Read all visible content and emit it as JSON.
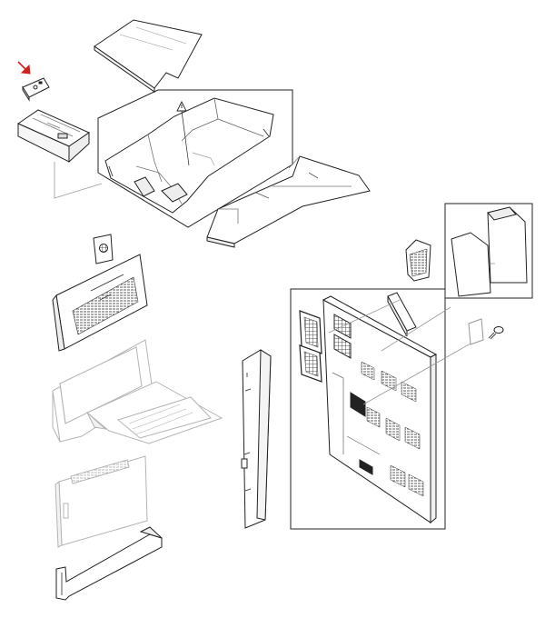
{
  "diagram": {
    "type": "exploded-parts-view",
    "highlight_color": "#d41f1f",
    "line_color": "#1a1a1a",
    "faded_color": "#b4b4b4",
    "groups": [
      {
        "id": "top-cover-group",
        "boxed": true
      },
      {
        "id": "right-panel-group",
        "boxed": true
      },
      {
        "id": "side-cover-group",
        "boxed": true
      }
    ],
    "callouts": [
      {
        "id": "warning-label",
        "icon": "warning-triangle-icon"
      },
      {
        "id": "highlighted-part",
        "icon": "red-arrow-icon"
      }
    ]
  }
}
